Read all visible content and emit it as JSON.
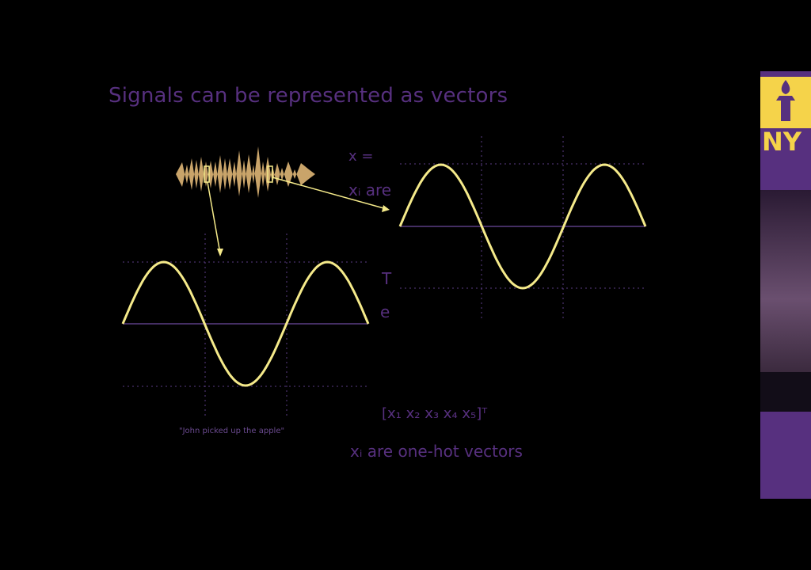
{
  "slide": {
    "title": "Signals can be represented as vectors",
    "caption": "\"John picked up the apple\"",
    "partial_lines": {
      "line1": "x =",
      "line2": "xᵢ are",
      "line3": "T",
      "line4": "e",
      "vector_expr": "[x₁ x₂ x₃ x₄ x₅]ᵀ",
      "onehot_line": "xᵢ are one-hot vectors"
    }
  },
  "logo": {
    "text": "NY",
    "icon": "torch-icon"
  },
  "colors": {
    "background": "#000000",
    "accent_purple": "#57307f",
    "wave_yellow": "#f5ea8a",
    "audio_tan": "#c9a46a",
    "grid_purple": "#5a3d84"
  }
}
